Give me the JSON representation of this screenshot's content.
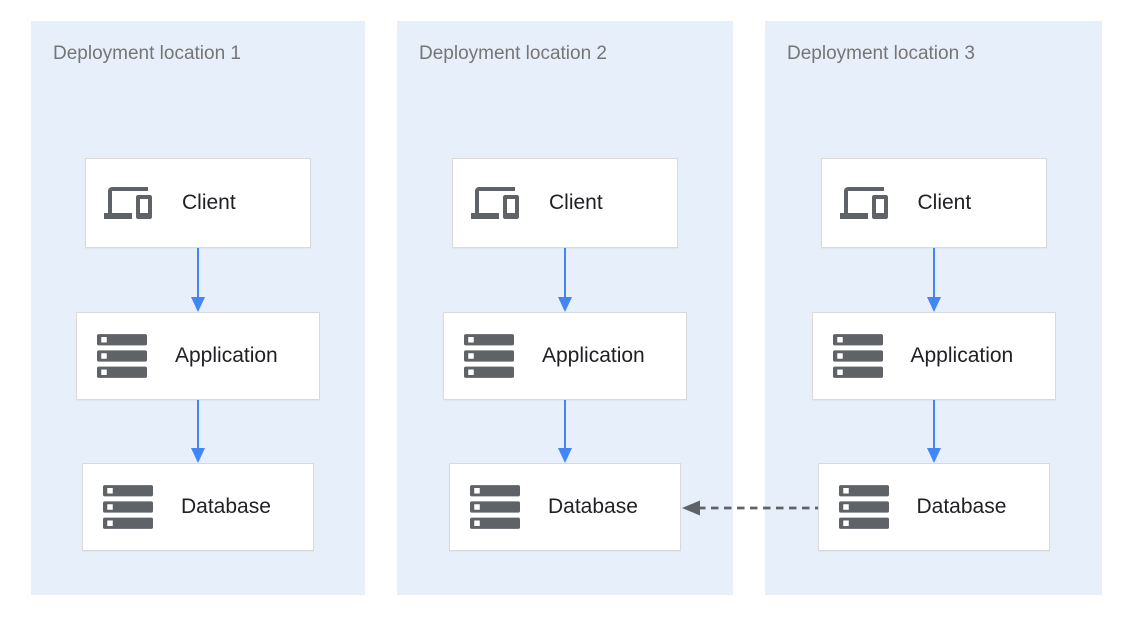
{
  "diagram": {
    "type": "architecture",
    "panels": [
      {
        "label": "Deployment location 1",
        "nodes": [
          {
            "icon": "devices-icon",
            "label": "Client"
          },
          {
            "icon": "server-stack-icon",
            "label": "Application"
          },
          {
            "icon": "server-stack-icon",
            "label": "Database"
          }
        ]
      },
      {
        "label": "Deployment location 2",
        "nodes": [
          {
            "icon": "devices-icon",
            "label": "Client"
          },
          {
            "icon": "server-stack-icon",
            "label": "Application"
          },
          {
            "icon": "server-stack-icon",
            "label": "Database"
          }
        ]
      },
      {
        "label": "Deployment location 3",
        "nodes": [
          {
            "icon": "devices-icon",
            "label": "Client"
          },
          {
            "icon": "server-stack-icon",
            "label": "Application"
          },
          {
            "icon": "server-stack-icon",
            "label": "Database"
          }
        ]
      }
    ],
    "edges": [
      {
        "panel": "Deployment location 1",
        "from": "Client",
        "to": "Application",
        "style": "solid-blue-arrow"
      },
      {
        "panel": "Deployment location 1",
        "from": "Application",
        "to": "Database",
        "style": "solid-blue-arrow"
      },
      {
        "panel": "Deployment location 2",
        "from": "Client",
        "to": "Application",
        "style": "solid-blue-arrow"
      },
      {
        "panel": "Deployment location 2",
        "from": "Application",
        "to": "Database",
        "style": "solid-blue-arrow"
      },
      {
        "panel": "Deployment location 3",
        "from": "Client",
        "to": "Application",
        "style": "solid-blue-arrow"
      },
      {
        "panel": "Deployment location 3",
        "from": "Application",
        "to": "Database",
        "style": "solid-blue-arrow"
      },
      {
        "from": "Deployment location 3 / Database",
        "to": "Deployment location 2 / Database",
        "style": "dashed-gray-arrow"
      }
    ],
    "colors": {
      "background": "#ffffff",
      "panel_fill": "#e7f0fa",
      "node_fill": "#ffffff",
      "node_border": "#d9d9d9",
      "flow_arrow_blue": "#4285f4",
      "replication_arrow_gray": "#5f6368",
      "icon_gray": "#5f6368",
      "panel_label_gray": "#757575",
      "node_label_dark": "#202124"
    }
  }
}
